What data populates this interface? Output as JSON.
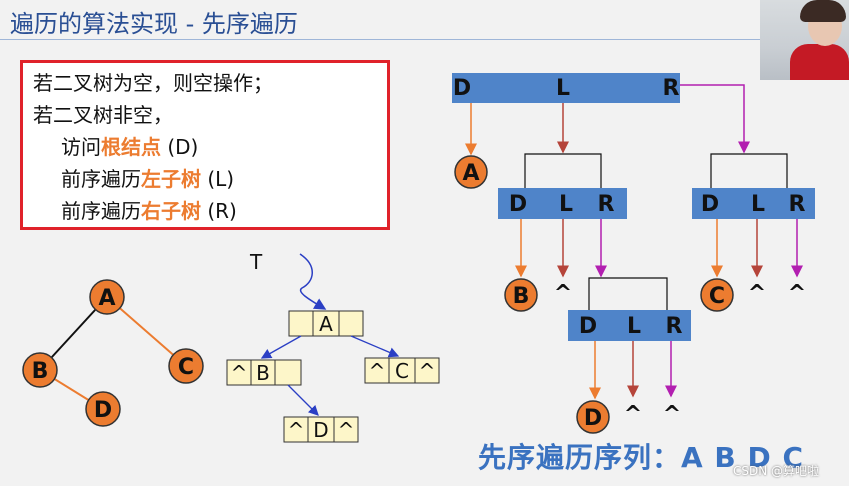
{
  "title": "遍历的算法实现 - 先序遍历",
  "rules": {
    "line1": "若二叉树为空，则空操作；",
    "line2": "若二叉树非空，",
    "line3_pre": "访问",
    "line3_hl": "根结点",
    "line3_post": " (D)",
    "line4_pre": "前序遍历",
    "line4_hl": "左子树",
    "line4_post": " (L)",
    "line5_pre": "前序遍历",
    "line5_hl": "右子树",
    "line5_post": " (R)"
  },
  "tree": {
    "a": "A",
    "b": "B",
    "c": "C",
    "d": "D"
  },
  "linked": {
    "pointer": "T",
    "a": "A",
    "b": "B",
    "c": "C",
    "d": "D",
    "null": "^"
  },
  "recursion": {
    "d": "D",
    "l": "L",
    "r": "R",
    "a": "A",
    "b": "B",
    "c": "C",
    "node_d": "D",
    "null": "^"
  },
  "footer": "先序遍历序列：A  B  D  C",
  "watermark": "CSDN @算吧啦",
  "colors": {
    "node_fill": "#ec7c30",
    "bar_fill": "#4f84c9",
    "rule_border": "#e0222a",
    "highlight": "#ec7c30",
    "title": "#2a4f94",
    "footer": "#3a72c0"
  }
}
